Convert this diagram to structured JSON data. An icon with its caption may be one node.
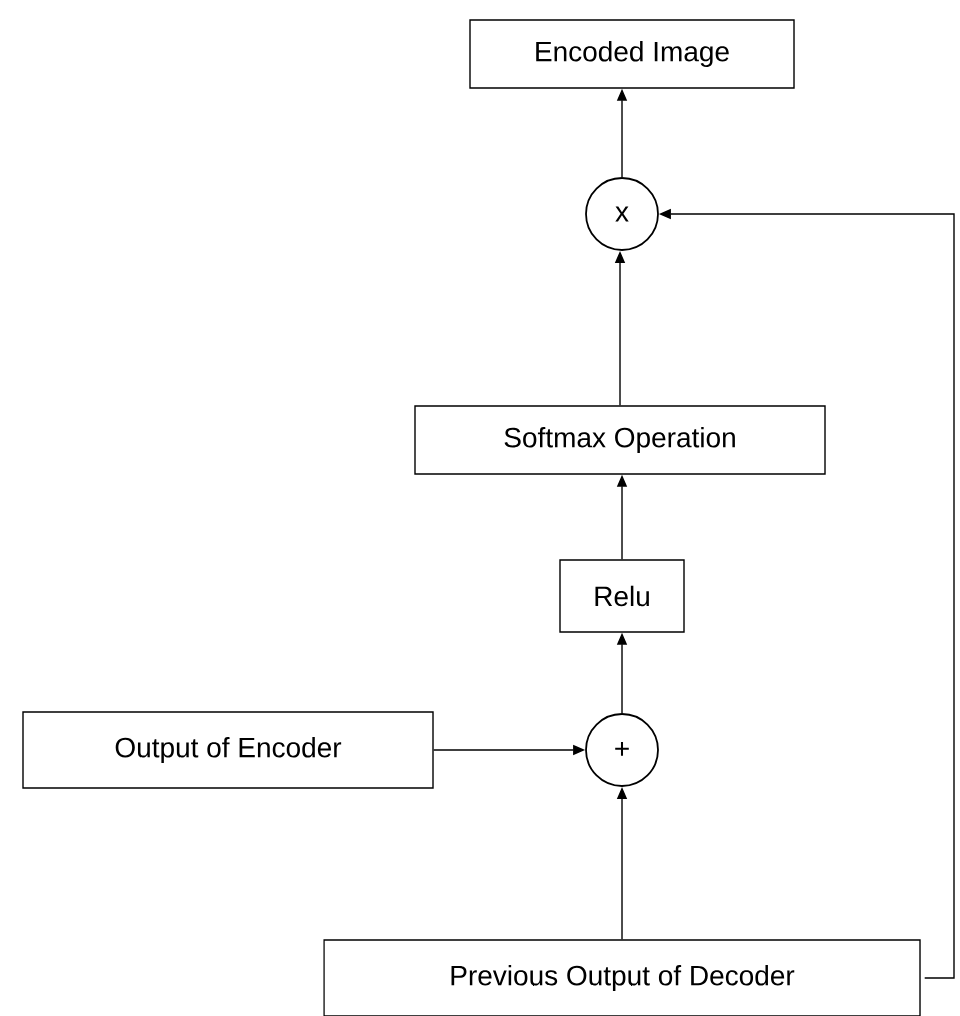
{
  "diagram": {
    "nodes": [
      {
        "text": [
          "Encoded Image"
        ]
      },
      {
        "text": [
          "x"
        ]
      },
      {
        "text": [
          "Softmax Operation"
        ]
      },
      {
        "text": [
          "Relu"
        ]
      },
      {
        "text": [
          "Output of Encoder"
        ]
      },
      {
        "text": [
          "+"
        ]
      },
      {
        "text": [
          "Previous Output of Decoder"
        ]
      }
    ],
    "edges": [
      {
        "from": 1,
        "to": 0,
        "arrow": "to"
      },
      {
        "from": 2,
        "to": 1,
        "arrow": "to"
      },
      {
        "from": 3,
        "to": 2,
        "arrow": "to"
      },
      {
        "from": 5,
        "to": 3,
        "arrow": "to"
      },
      {
        "from": 4,
        "to": 5,
        "arrow": "to"
      },
      {
        "from": 6,
        "to": 5,
        "arrow": "to"
      },
      {
        "from": 6,
        "to": 1,
        "arrow": "to"
      }
    ]
  }
}
